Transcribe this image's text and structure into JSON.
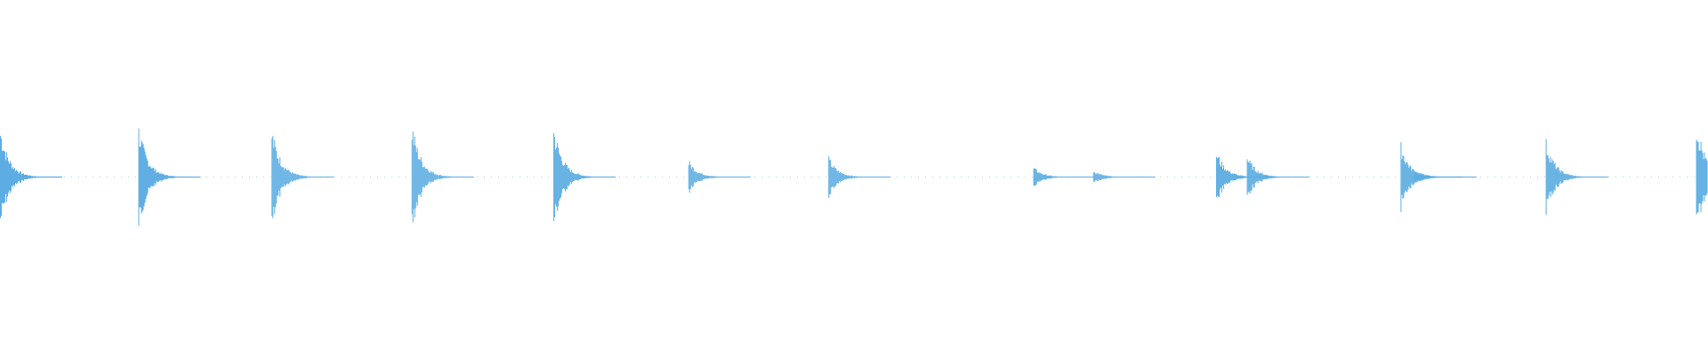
{
  "waveform": {
    "color": "#5dade2",
    "duration_fraction_per_transient": [
      {
        "t": 0.0,
        "amp": 0.3
      },
      {
        "t": 0.081,
        "amp": 0.31
      },
      {
        "t": 0.159,
        "amp": 0.29
      },
      {
        "t": 0.241,
        "amp": 0.32
      },
      {
        "t": 0.324,
        "amp": 0.31
      },
      {
        "t": 0.403,
        "amp": 0.1
      },
      {
        "t": 0.485,
        "amp": 0.12
      },
      {
        "t": 0.605,
        "amp": 0.06
      },
      {
        "t": 0.64,
        "amp": 0.04
      },
      {
        "t": 0.712,
        "amp": 0.16
      },
      {
        "t": 0.73,
        "amp": 0.13
      },
      {
        "t": 0.82,
        "amp": 0.2
      },
      {
        "t": 0.828,
        "amp": 0.05
      },
      {
        "t": 0.905,
        "amp": 0.22
      },
      {
        "t": 0.993,
        "amp": 0.35
      }
    ]
  }
}
